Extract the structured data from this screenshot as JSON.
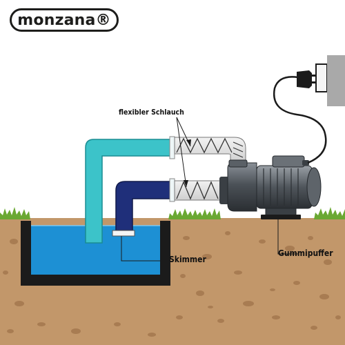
{
  "brand": {
    "logo_text": "monzana®"
  },
  "labels": {
    "hose": "flexibler Schlauch",
    "skimmer": "Skimmer",
    "rubber_buffer": "Gummipuffer"
  },
  "colors": {
    "soil": "#c2976a",
    "grass": "#6aa832",
    "pool_wall": "#1b1b1b",
    "water": "#1d90d4",
    "inlet_pipe": "#3cc3c9",
    "suction_pipe": "#1f2f7a",
    "pump_body": "#4b5157"
  },
  "icons": [
    "power-plug-icon",
    "wall-socket-icon",
    "flexible-hose-icon",
    "pump-icon"
  ]
}
